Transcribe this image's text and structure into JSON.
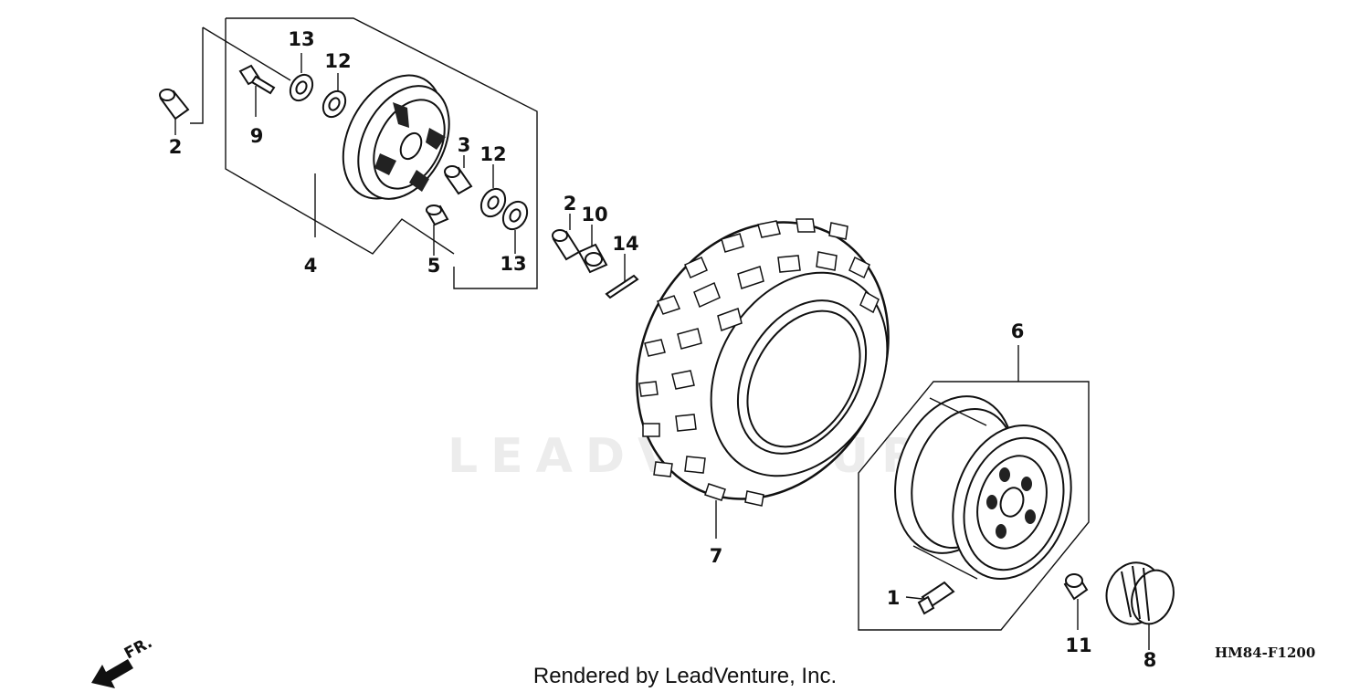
{
  "watermark": "LEADVENTURE",
  "credit": "Rendered by LeadVenture, Inc.",
  "diagram_code": "HM84-F1200",
  "direction_label": "FR.",
  "callouts": {
    "c13a": "13",
    "c12a": "12",
    "c2a": "2",
    "c9": "9",
    "c3": "3",
    "c12b": "12",
    "c4": "4",
    "c5": "5",
    "c13b": "13",
    "c2b": "2",
    "c10": "10",
    "c14": "14",
    "c6": "6",
    "c7": "7",
    "c1": "1",
    "c11": "11",
    "c8": "8"
  }
}
